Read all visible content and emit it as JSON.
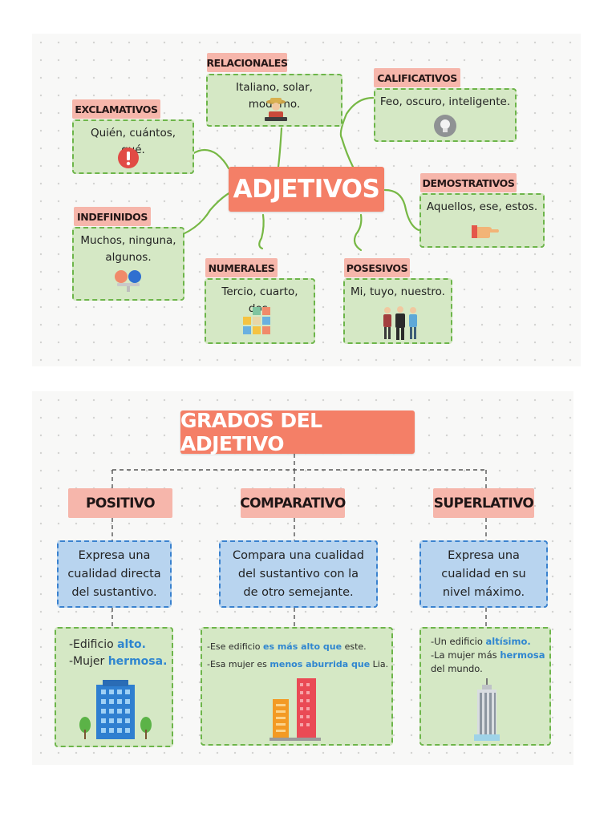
{
  "map": {
    "center": "ADJETIVOS",
    "categories": {
      "relacionales": {
        "title": "RELACIONALES",
        "examples": "Italiano, solar, moderno."
      },
      "calificativos": {
        "title": "CALIFICATIVOS",
        "examples": "Feo, oscuro, inteligente."
      },
      "exclamativos": {
        "title": "EXCLAMATIVOS",
        "examples": "Quién, cuántos, qué."
      },
      "demostrativos": {
        "title": "DEMOSTRATIVOS",
        "examples": "Aquellos, ese, estos."
      },
      "indefinidos": {
        "title": "INDEFINIDOS",
        "examples_line1": "Muchos, ninguna,",
        "examples_line2": "algunos."
      },
      "numerales": {
        "title": "NUMERALES",
        "examples": "Tercio, cuarto, dos."
      },
      "posesivos": {
        "title": "POSESIVOS",
        "examples": "Mi, tuyo, nuestro."
      }
    },
    "icons": [
      "farmer-icon",
      "lightbulb-icon",
      "exclamation-icon",
      "pointing-hand-icon",
      "balls-icon",
      "number-blocks-icon",
      "people-icon"
    ]
  },
  "grados": {
    "title": "GRADOS DEL ADJETIVO",
    "positivo": {
      "title": "POSITIVO",
      "definition": [
        "Expresa una",
        "cualidad directa",
        "del sustantivo."
      ],
      "ex1_pre": "-Edificio ",
      "ex1_hl": "alto.",
      "ex2_pre": "-Mujer ",
      "ex2_hl": "hermosa."
    },
    "comparativo": {
      "title": "COMPARATIVO",
      "definition": [
        "Compara una cualidad",
        "del sustantivo con la",
        "de otro semejante."
      ],
      "ex1_pre": "-Ese edificio ",
      "ex1_hl": "es más alto que",
      "ex1_post": " este.",
      "ex2_pre": "-Esa mujer es ",
      "ex2_hl": "menos aburrida que",
      "ex2_post": " Lia."
    },
    "superlativo": {
      "title": "SUPERLATIVO",
      "definition": [
        "Expresa una",
        "cualidad en su",
        "nivel máximo."
      ],
      "ex1_pre": "-Un edificio ",
      "ex1_hl": "altísimo.",
      "ex2_pre": "-La mujer más ",
      "ex2_hl": "hermosa",
      "ex3": "del mundo."
    },
    "colors": {
      "main": "#f47f67",
      "tag": "#f6b6ab",
      "green_box": "#d5e8c5",
      "blue_box": "#b8d4ef",
      "highlight": "#2f86d0"
    }
  }
}
